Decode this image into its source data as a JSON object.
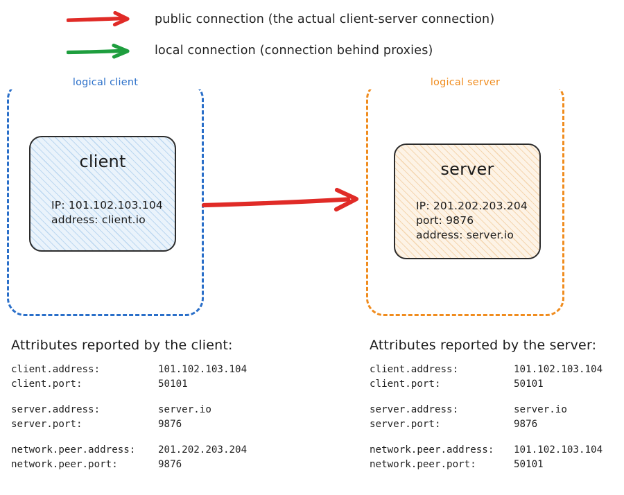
{
  "legend": {
    "items": [
      {
        "id": "public",
        "color": "#e02b27",
        "label": "public connection (the actual client-server connection)"
      },
      {
        "id": "local",
        "color": "#1e9e3e",
        "label": "local connection (connection behind proxies)"
      }
    ]
  },
  "diagram": {
    "client_group": {
      "label": "logical client",
      "color": "#2a6fc9",
      "node": {
        "title": "client",
        "lines": [
          "IP: 101.102.103.104",
          "address: client.io"
        ],
        "fill": "#eaf3fb"
      }
    },
    "server_group": {
      "label": "logical server",
      "color": "#f08c1e",
      "node": {
        "title": "server",
        "lines": [
          "IP: 201.202.203.204",
          "port: 9876",
          "address: server.io"
        ],
        "fill": "#fdf3e6"
      }
    },
    "main_arrow": {
      "id": "public-connection-arrow",
      "color": "#e02b27",
      "direction": "client-to-server"
    }
  },
  "attributes_client": {
    "heading": "Attributes reported by the client:",
    "groups": [
      {
        "rows": [
          {
            "key": "client.address:",
            "value": "101.102.103.104"
          },
          {
            "key": "client.port:",
            "value": "50101"
          }
        ]
      },
      {
        "rows": [
          {
            "key": "server.address:",
            "value": "server.io"
          },
          {
            "key": "server.port:",
            "value": "9876"
          }
        ]
      },
      {
        "rows": [
          {
            "key": "network.peer.address:",
            "value": "201.202.203.204"
          },
          {
            "key": "network.peer.port:",
            "value": "9876"
          }
        ]
      }
    ]
  },
  "attributes_server": {
    "heading": "Attributes reported by the server:",
    "groups": [
      {
        "rows": [
          {
            "key": "client.address:",
            "value": "101.102.103.104"
          },
          {
            "key": "client.port:",
            "value": "50101"
          }
        ]
      },
      {
        "rows": [
          {
            "key": "server.address:",
            "value": "server.io"
          },
          {
            "key": "server.port:",
            "value": "9876"
          }
        ]
      },
      {
        "rows": [
          {
            "key": "network.peer.address:",
            "value": "101.102.103.104"
          },
          {
            "key": "network.peer.port:",
            "value": "50101"
          }
        ]
      }
    ]
  }
}
